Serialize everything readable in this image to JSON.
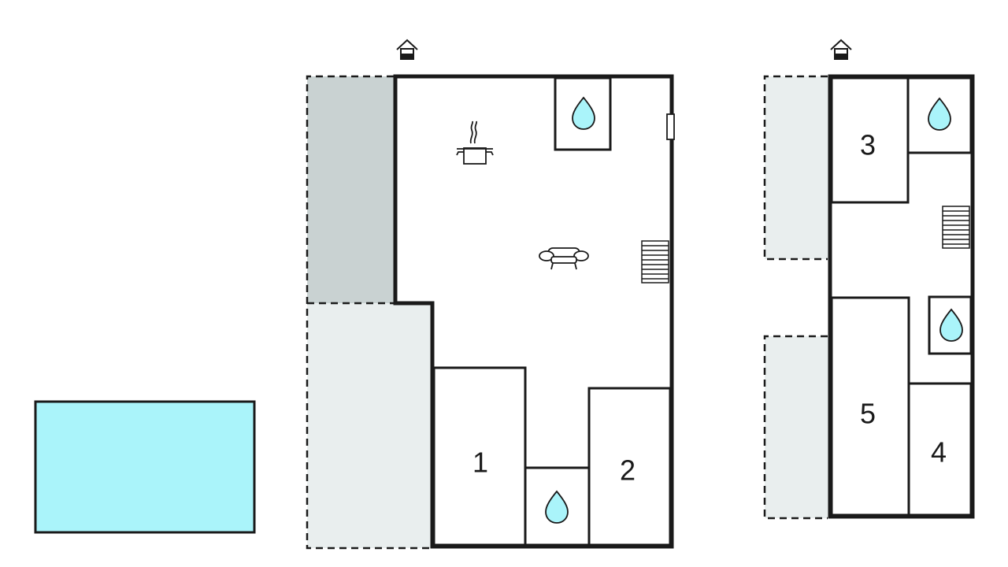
{
  "floor_plan": {
    "rooms": [
      {
        "id": "1",
        "label": "1"
      },
      {
        "id": "2",
        "label": "2"
      },
      {
        "id": "3",
        "label": "3"
      },
      {
        "id": "4",
        "label": "4"
      },
      {
        "id": "5",
        "label": "5"
      }
    ],
    "icons": {
      "entrance": "house-entrance-icon",
      "bathroom": "water-drop-icon",
      "kitchen": "cooking-pot-icon",
      "living": "sofa-icon",
      "stairs": "stairs-icon",
      "fireplace": "fireplace-icon"
    },
    "colors": {
      "pool": "#aaf4fa",
      "covered_terrace": "#c9d2d2",
      "terrace": "#e9eeee",
      "water_drop": "#aaf4fa",
      "wall": "#1a1a1a"
    }
  }
}
